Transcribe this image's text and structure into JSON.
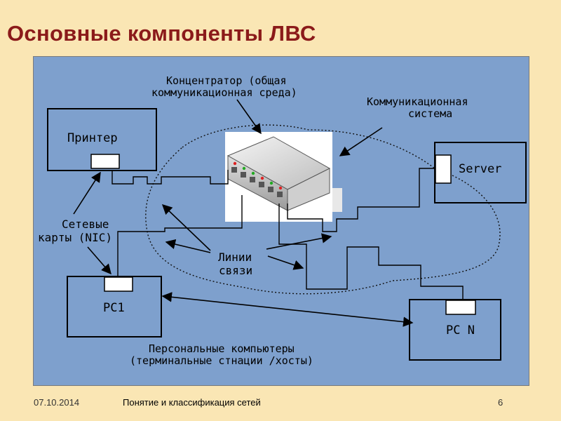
{
  "slide": {
    "title": "Основные компоненты ЛВС",
    "footer_date": "07.10.2014",
    "footer_topic": "Понятие и классификация сетей",
    "page_number": "6"
  },
  "diagram": {
    "hub_label_line1": "Концентратор  (общая",
    "hub_label_line2": "коммуникационная среда)",
    "comm_system_line1": "Коммуникационная",
    "comm_system_line2": "система",
    "printer_label": "Принтер",
    "server_label": "Server",
    "nic_label_line1": "Сетевые",
    "nic_label_line2": "карты (NIC)",
    "lines_label_line1": "Линии",
    "lines_label_line2": "связи",
    "pc1_label": "PC1",
    "pcn_label": "PC N",
    "pcs_label_line1": "Персональные компьютеры",
    "pcs_label_line2": "(терминальные стнации  /хосты)"
  },
  "colors": {
    "title": "#8b1a1a",
    "background": "#fae6b4",
    "panel": "#7ea0cd"
  }
}
